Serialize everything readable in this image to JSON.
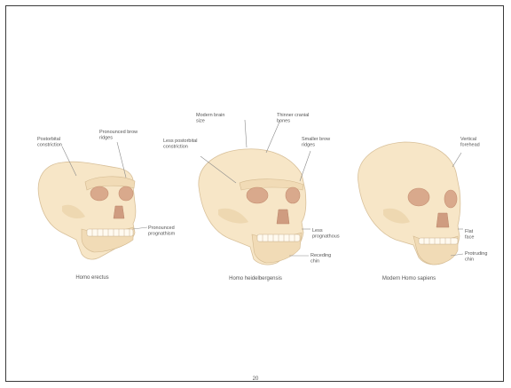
{
  "figure": {
    "skulls": [
      {
        "caption": "Homo erectus",
        "labels": {
          "postorbital": "Postorbital constriction",
          "brow": "Pronounced brow ridges",
          "prog": "Pronounced prognathism"
        }
      },
      {
        "caption": "Homo heidelbergensis",
        "labels": {
          "brain": "Modern brain size",
          "bones": "Thinner cranial bones",
          "postorbital": "Less postorbital constriction",
          "brow": "Smaller brow ridges",
          "prog": "Less prognathous",
          "chin": "Receding chin"
        }
      },
      {
        "caption": "Modern Homo sapiens",
        "labels": {
          "forehead": "Vertical forehead",
          "face": "Flat face",
          "chin": "Protruding chin"
        }
      }
    ]
  },
  "page_number": "20"
}
